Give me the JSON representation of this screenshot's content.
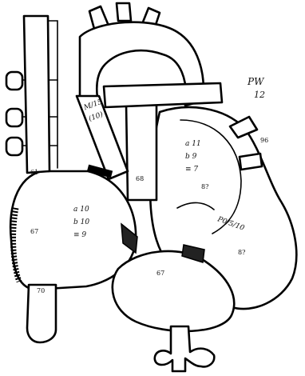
{
  "saturations": {
    "svc_upper": "61",
    "right_atrium": "67",
    "ivc": "70",
    "pulmonary_artery": "68",
    "right_ventricle": "67",
    "pulmonary_vein": "96",
    "left_atrium_sat": "8?",
    "left_ventricle_sat": "8?"
  },
  "pressures": {
    "pa_line1": "M/15",
    "pa_line2": "(10)",
    "pw_label": "PW",
    "pw_value": "12",
    "ra_a": "a 10",
    "ra_v": "b 10",
    "ra_m": "≡ 9",
    "la_a": "a 11",
    "la_v": "b 9",
    "la_m": "≡ 7",
    "lv": "P0/5/10"
  },
  "colors": {
    "ink": "#000000",
    "background": "#ffffff"
  }
}
